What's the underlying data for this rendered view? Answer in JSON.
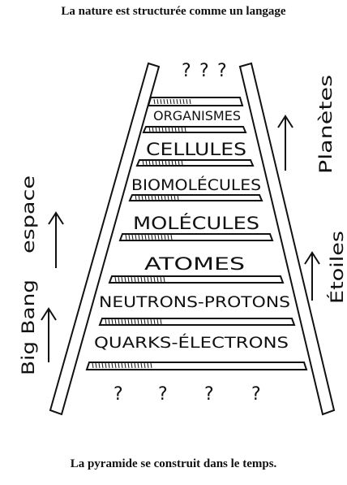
{
  "header": {
    "title": "La nature est structurée comme un langage"
  },
  "footer": {
    "caption": "La pyramide se construit dans le temps."
  },
  "ladder": {
    "top_marks": [
      "?",
      "?",
      "?"
    ],
    "rungs": [
      "ORGANISMES",
      "CELLULES",
      "BIOMOLÉCULES",
      "MOLÉCULES",
      "ATOMES",
      "NEUTRONS-PROTONS",
      "QUARKS-ÉLECTRONS"
    ],
    "bottom_marks": [
      "?",
      "?",
      "?",
      "?"
    ]
  },
  "left_side": {
    "upper": "espace",
    "lower": "Big Bang"
  },
  "right_side": {
    "upper": "Planètes",
    "lower": "Étoiles"
  }
}
